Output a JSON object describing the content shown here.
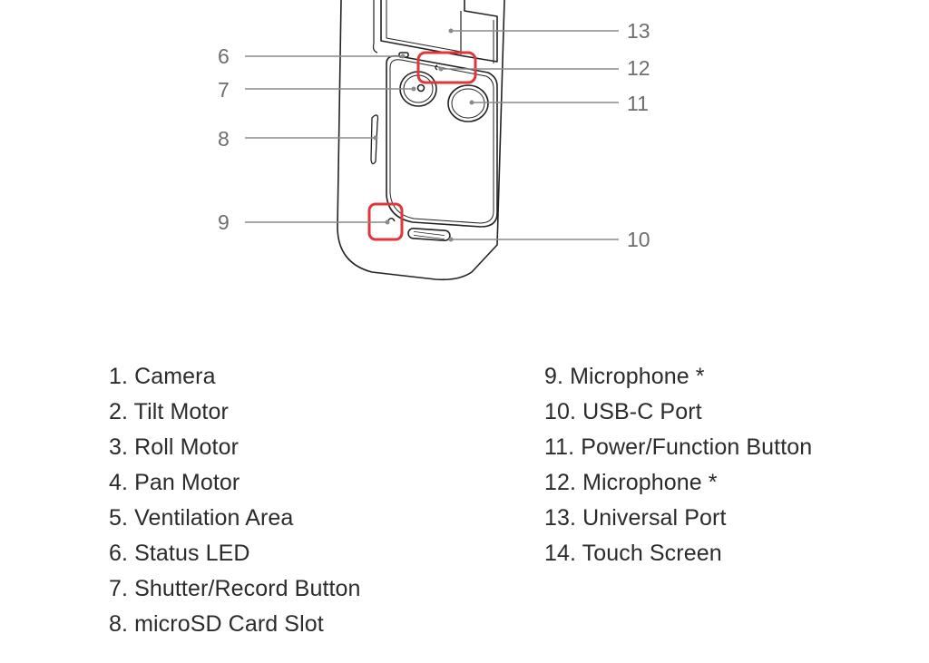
{
  "diagram": {
    "title": "Device diagram (back view)",
    "highlight_color": "#e0363b",
    "highlighted_parts": [
      "9",
      "12"
    ],
    "callouts": {
      "left": [
        "6",
        "7",
        "8",
        "9"
      ],
      "right": [
        "13",
        "12",
        "11",
        "10"
      ]
    }
  },
  "parts_list": {
    "left_column": [
      "1. Camera",
      "2. Tilt Motor",
      "3. Roll Motor",
      "4. Pan Motor",
      "5. Ventilation Area",
      "6. Status LED",
      "7. Shutter/Record Button",
      "8. microSD Card Slot"
    ],
    "right_column": [
      "9. Microphone *",
      "10. USB-C Port",
      "11. Power/Function Button",
      "12. Microphone *",
      "13. Universal Port",
      "14. Touch Screen"
    ]
  }
}
